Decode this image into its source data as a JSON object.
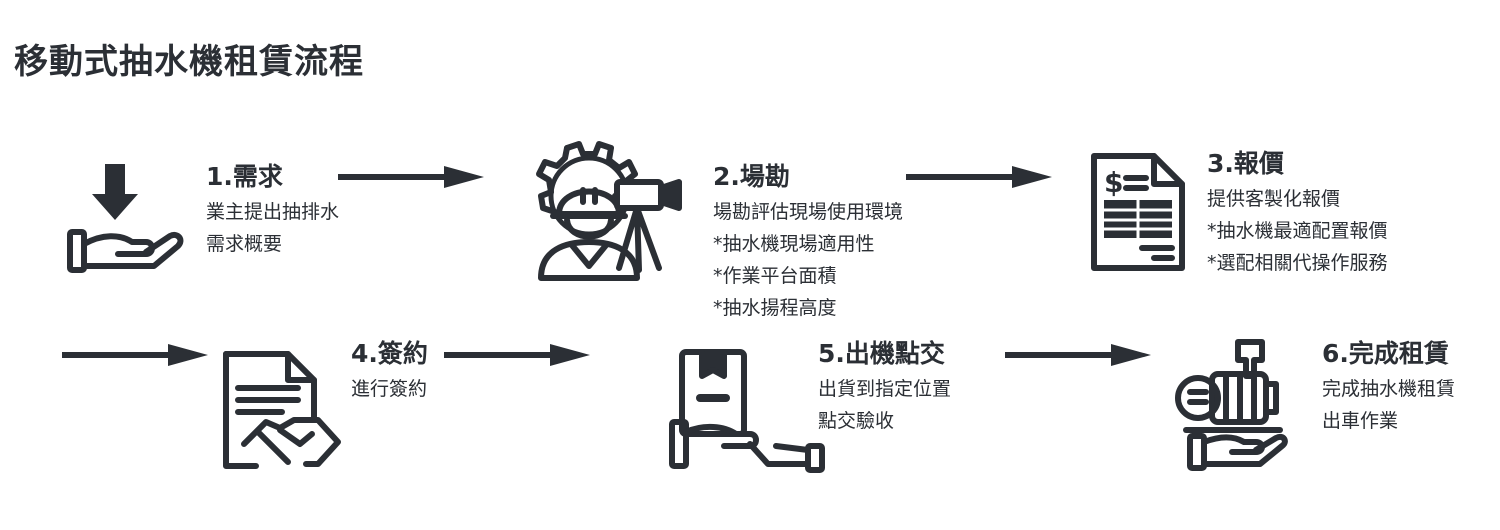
{
  "title": "移動式抽水機租賃流程",
  "steps": [
    {
      "title": "1.需求",
      "lines": [
        "業主提出抽排水",
        "需求概要"
      ],
      "icon": "hand-download-icon"
    },
    {
      "title": "2.場勘",
      "lines": [
        "場勘評估現場使用環境",
        "*抽水機現場適用性",
        "*作業平台面積",
        "*抽水揚程高度"
      ],
      "icon": "engineer-survey-icon"
    },
    {
      "title": "3.報價",
      "lines": [
        "提供客製化報價",
        "*抽水機最適配置報價",
        "*選配相關代操作服務"
      ],
      "icon": "invoice-icon"
    },
    {
      "title": "4.簽約",
      "lines": [
        "進行簽約"
      ],
      "icon": "contract-handshake-icon"
    },
    {
      "title": "5.出機點交",
      "lines": [
        "出貨到指定位置",
        "點交驗收"
      ],
      "icon": "hand-package-icon"
    },
    {
      "title": "6.完成租賃",
      "lines": [
        "完成抽水機租賃",
        "出車作業"
      ],
      "icon": "hand-pump-icon"
    }
  ],
  "colors": {
    "ink": "#2b2f35",
    "background": "#ffffff"
  }
}
